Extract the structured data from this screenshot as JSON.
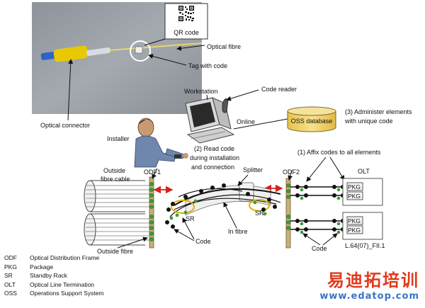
{
  "labels": {
    "qr_code": "QR code",
    "optical_fibre": "Optical fibre",
    "tag_with_code": "Tag with code",
    "optical_connector": "Optical connector",
    "workstation": "Workstation",
    "code_reader": "Code reader",
    "online": "Online",
    "oss_database": "OSS database",
    "administer_1": "(3) Administer elements",
    "administer_2": "with unique code",
    "installer": "Installer",
    "read_code_1": "(2) Read code",
    "read_code_2": "during installation",
    "read_code_3": "and connection",
    "affix_codes": "(1) Affix codes to all elements",
    "outside_fibre_cable_1": "Outside",
    "outside_fibre_cable_2": "fibre cable",
    "odf1": "ODF1",
    "odf2": "ODF2",
    "splitter": "Splitter",
    "olt": "OLT",
    "pkg": "PKG",
    "sr": "SR",
    "in_fibre": "In fibre",
    "code": "Code",
    "outside_fibre": "Outside fibre",
    "figure_id": "L.64(07)_FII.1"
  },
  "legend": [
    {
      "abbr": "ODF",
      "text": "Optical Distribution Frame"
    },
    {
      "abbr": "PKG",
      "text": "Package"
    },
    {
      "abbr": "SR",
      "text": "Standby Rack"
    },
    {
      "abbr": "OLT",
      "text": "Optical Line Termination"
    },
    {
      "abbr": "OSS",
      "text": "Operations Support System"
    }
  ],
  "watermark": {
    "chinese": "易迪拓培训",
    "url": "www.edatop.com"
  },
  "colors": {
    "photo_bg": "#9a9ea6",
    "connector_yellow": "#e8c800",
    "connector_blue": "#2e62c8",
    "oss_db_yellow": "#f3d36a",
    "odf_tan": "#c8b27a",
    "port_green": "#3f9c3a",
    "arrow_red": "#d8201a",
    "watermark_red": "#e03a1e",
    "watermark_blue": "#3a74c9"
  }
}
